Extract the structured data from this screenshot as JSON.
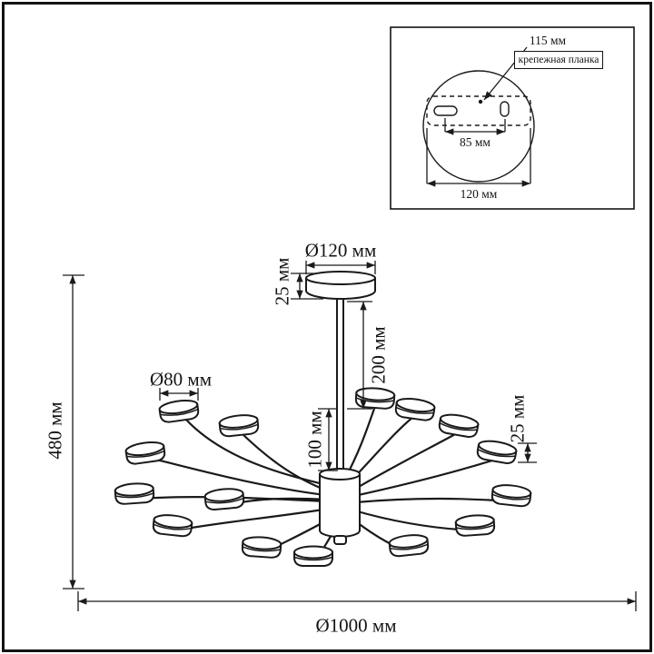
{
  "diagram": {
    "type": "chandelier-dimension-drawing",
    "dimensions": {
      "canopy_diameter": "Ø120 мм",
      "canopy_height": "25 мм",
      "rod_length": "200 мм",
      "stem_length": "100 мм",
      "shade_diameter": "Ø80 мм",
      "shade_height": "25 мм",
      "total_height": "480 мм",
      "total_diameter": "Ø1000 мм"
    },
    "inset": {
      "dim_plate_center": "115 мм",
      "plate_label": "крепежная планка",
      "dim_holes": "85 мм",
      "dim_plate_width": "120 мм"
    }
  }
}
